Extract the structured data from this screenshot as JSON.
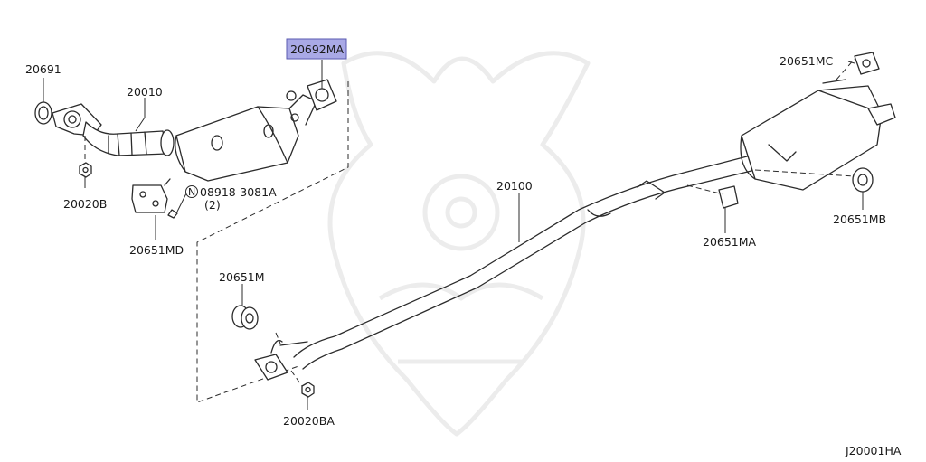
{
  "diagram": {
    "part_labels": {
      "p20691": "20691",
      "p20010": "20010",
      "p20692MA": "20692MA",
      "p20020B": "20020B",
      "p08918": "08918-3081A",
      "p08918_qty": "(2)",
      "p20651MD": "20651MD",
      "p20100": "20100",
      "p20651MC": "20651MC",
      "p20651MA": "20651MA",
      "p20651MB": "20651MB",
      "p20651M": "20651M",
      "p20020BA": "20020BA"
    },
    "nut_symbol": "N",
    "diagram_code": "J20001HA",
    "highlight_color": "#a9a9e6"
  }
}
